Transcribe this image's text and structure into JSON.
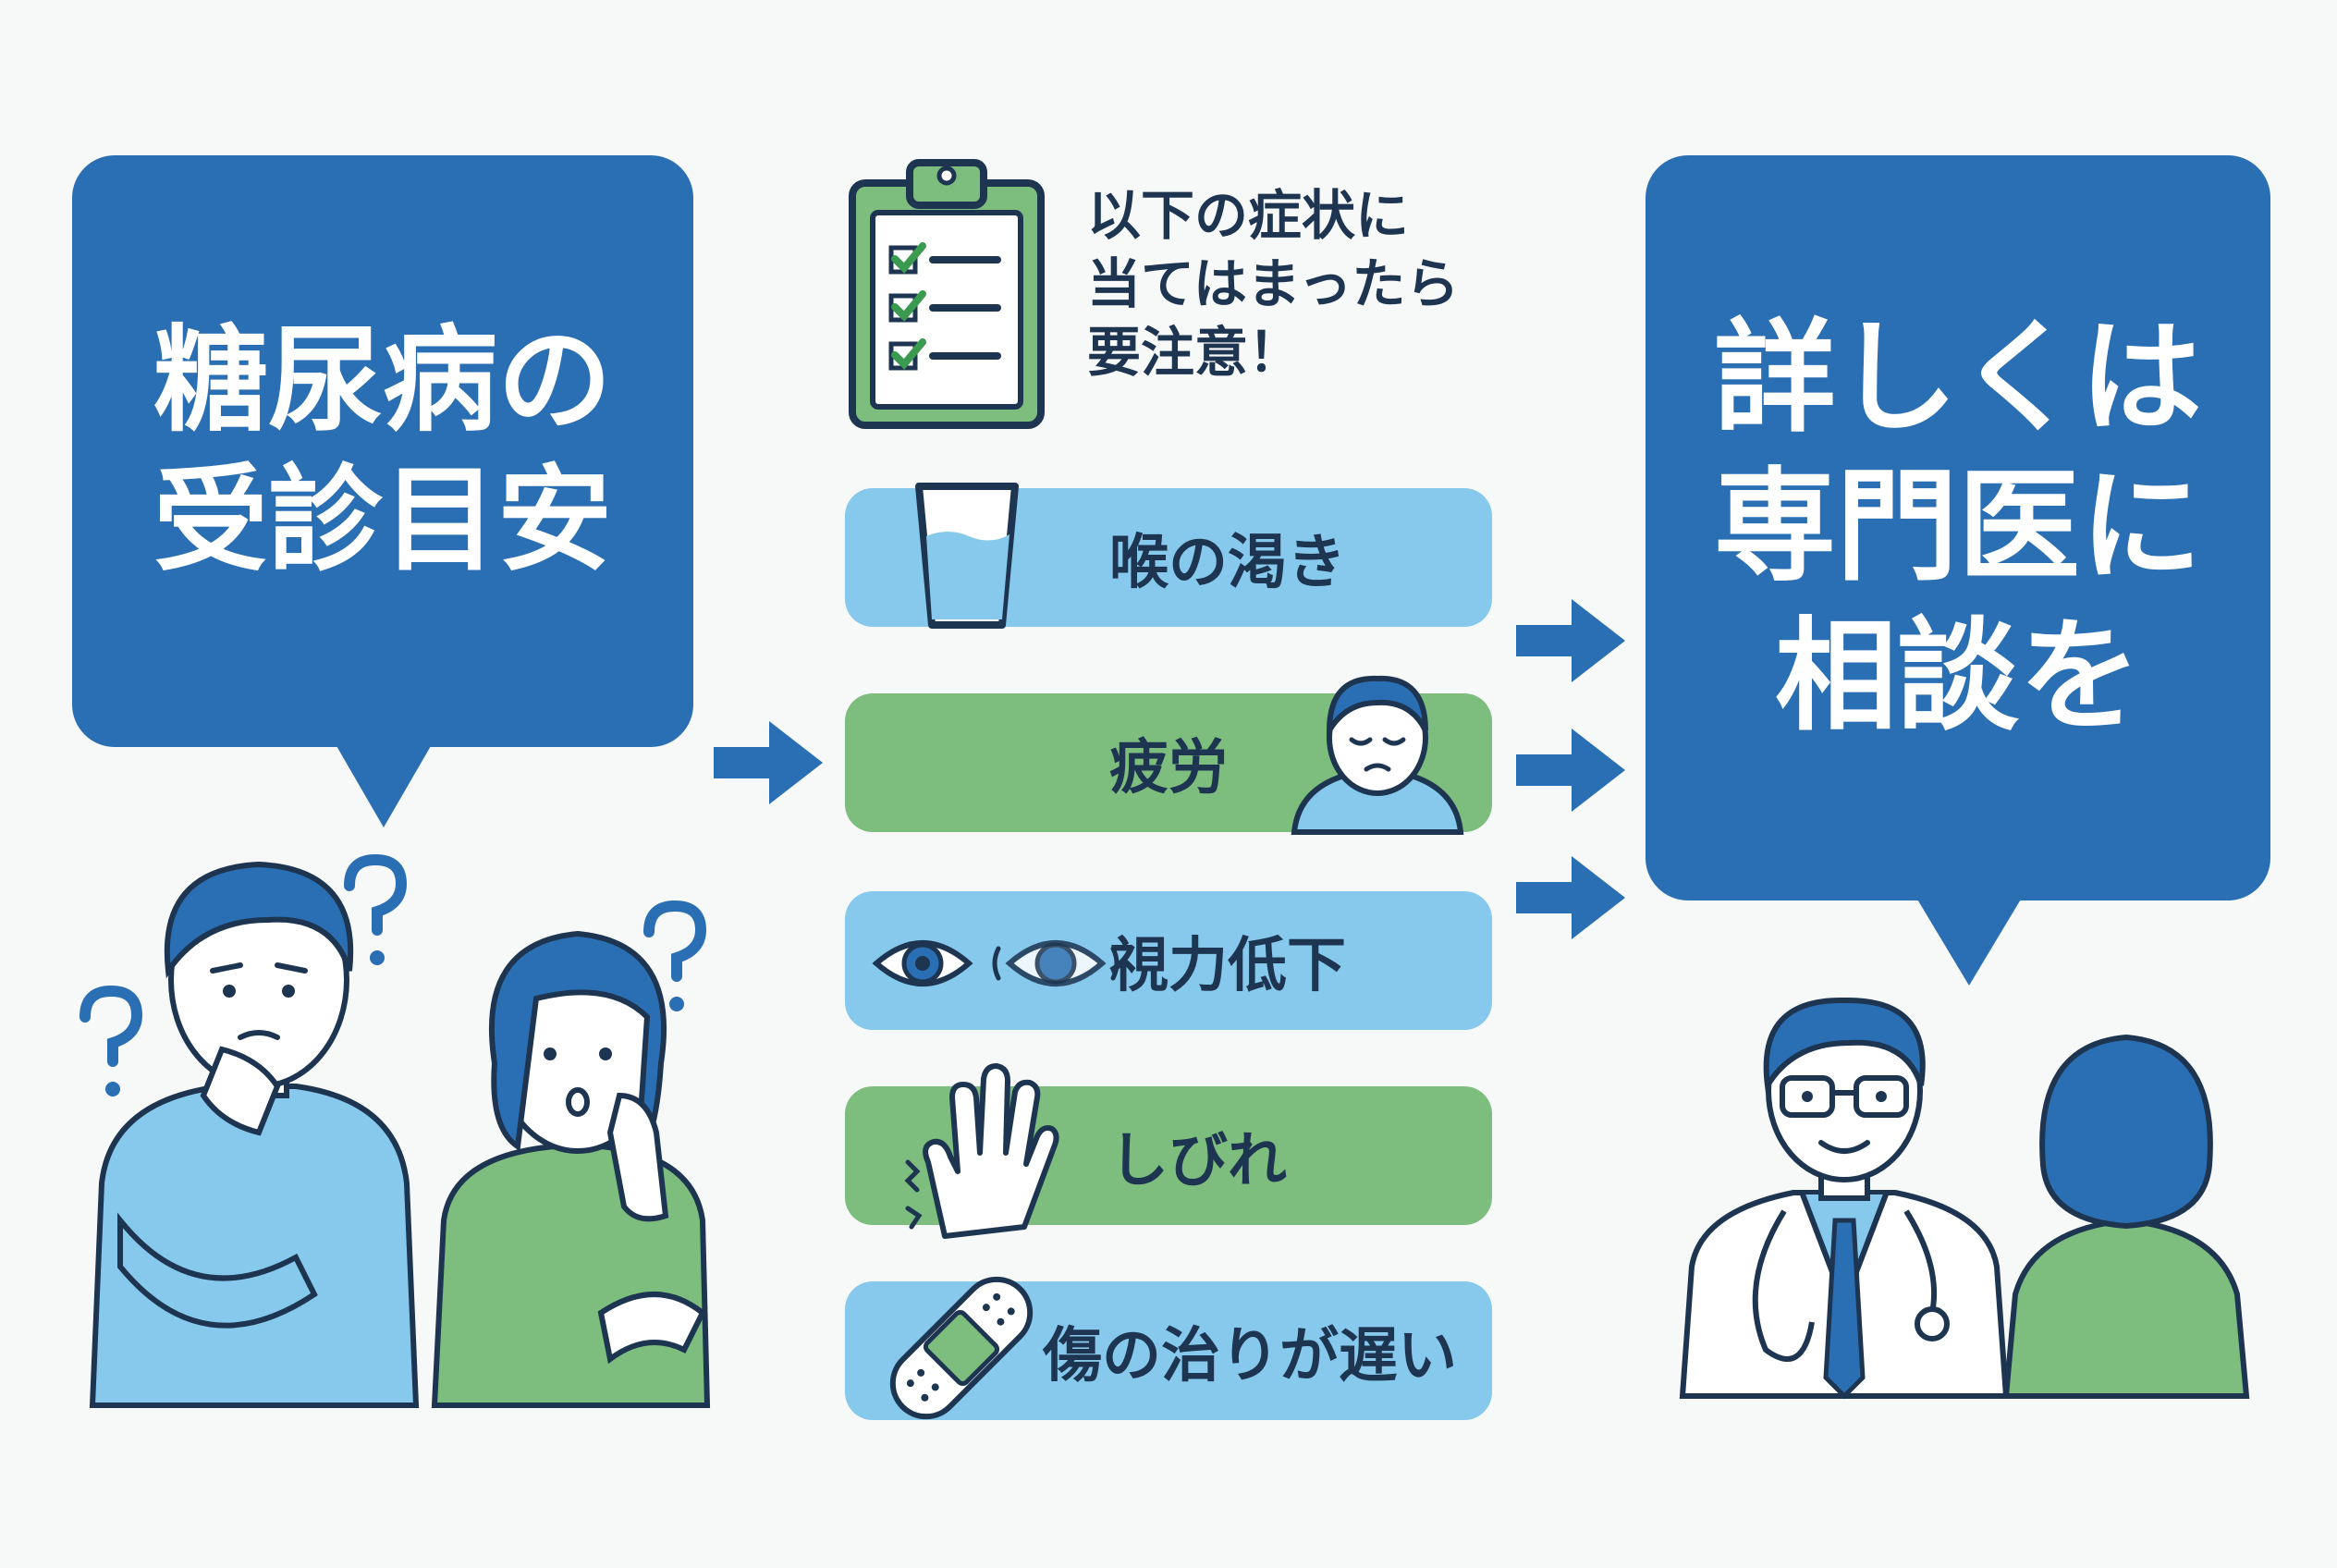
{
  "left_bubble": {
    "line1": "糖尿病の",
    "line2": "受診目安"
  },
  "intro": {
    "line1": "以下の症状に",
    "line2": "当てはまったら",
    "line3": "要注意！"
  },
  "symptoms": [
    {
      "label": "喉の渇き",
      "icon": "water-glass-icon",
      "color": "blue"
    },
    {
      "label": "疲労",
      "icon": "tired-person-icon",
      "color": "green"
    },
    {
      "label": "視力低下",
      "icon": "eye-icon",
      "color": "blue"
    },
    {
      "label": "しびれ",
      "icon": "numb-hand-icon",
      "color": "green"
    },
    {
      "label": "傷の治りが遅い",
      "icon": "bandage-icon",
      "color": "blue"
    }
  ],
  "right_bubble": {
    "line1": "詳しくは",
    "line2": "専門医に",
    "line3": "相談を"
  },
  "colors": {
    "primary_blue": "#2a6fb3",
    "light_blue": "#86c9ec",
    "green": "#7dbd7e",
    "dark_text": "#1d3550",
    "background": "#f7f8f8"
  }
}
